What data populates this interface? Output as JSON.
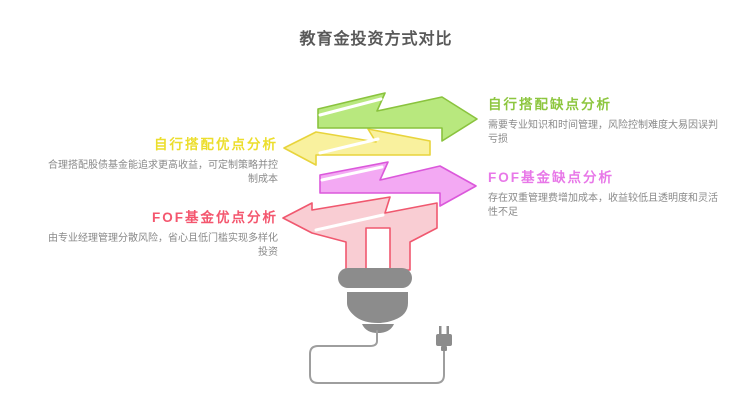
{
  "title": "教育金投资方式对比",
  "sections": [
    {
      "id": "diy-cons",
      "heading": "自行搭配缺点分析",
      "body": "需要专业知识和时间管理，风险控制难度大易因误判亏损",
      "side": "right",
      "arrow_direction": "right",
      "heading_color": "#8dc63f",
      "arrow_fill": "#b8e87e",
      "arrow_stroke": "#8ac33e"
    },
    {
      "id": "diy-pros",
      "heading": "自行搭配优点分析",
      "body": "合理搭配股债基金能追求更高收益，可定制策略并控制成本",
      "side": "left",
      "arrow_direction": "left",
      "heading_color": "#ecde2d",
      "arrow_fill": "#f9f19e",
      "arrow_stroke": "#e8d43c"
    },
    {
      "id": "fof-cons",
      "heading": "FOF基金缺点分析",
      "body": "存在双重管理费增加成本，收益较低且透明度和灵活性不足",
      "side": "right",
      "arrow_direction": "right",
      "heading_color": "#e878e8",
      "arrow_fill": "#f3a9f3",
      "arrow_stroke": "#db58db"
    },
    {
      "id": "fof-pros",
      "heading": "FOF基金优点分析",
      "body": "由专业经理管理分散风险，省心且低门槛实现多样化投资",
      "side": "left",
      "arrow_direction": "left",
      "heading_color": "#f4566e",
      "arrow_fill": "#f9cdd3",
      "arrow_stroke": "#f0586f"
    }
  ],
  "palette": {
    "title_color": "#595959",
    "body_text_color": "#8a8a8a",
    "bulb_color": "#8c8c8c",
    "cord_color": "#9e9e9e",
    "background": "#ffffff"
  },
  "icons": {
    "illustration": "light-bulb-with-cord-and-plug-icon"
  }
}
